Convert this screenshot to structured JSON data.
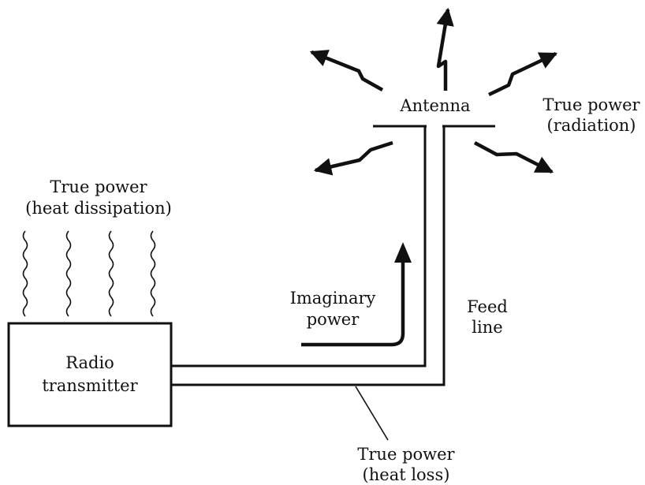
{
  "labels": {
    "antenna": "Antenna",
    "radiation_line1": "True power",
    "radiation_line2": "(radiation)",
    "heat_dissipation_line1": "True power",
    "heat_dissipation_line2": "(heat dissipation)",
    "transmitter_line1": "Radio",
    "transmitter_line2": "transmitter",
    "imaginary_line1": "Imaginary",
    "imaginary_line2": "power",
    "feed_line_line1": "Feed",
    "feed_line_line2": "line",
    "heat_loss_line1": "True power",
    "heat_loss_line2": "(heat loss)"
  },
  "colors": {
    "ink": "#111111",
    "background": "#ffffff"
  },
  "icons": [
    "zigzag-arrow-icon",
    "wavy-heat-line-icon",
    "imaginary-power-arrow-icon"
  ]
}
